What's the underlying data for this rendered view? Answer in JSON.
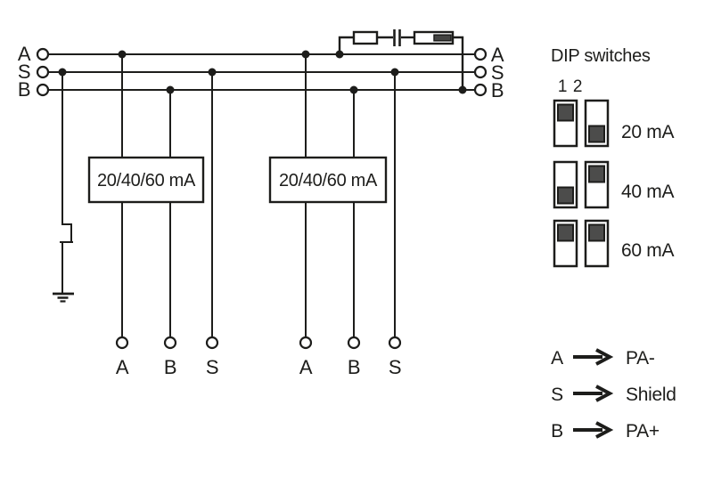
{
  "schematic": {
    "bus": {
      "left_labels": [
        "A",
        "S",
        "B"
      ],
      "right_labels": [
        "A",
        "S",
        "B"
      ]
    },
    "modules": [
      {
        "label": "20/40/60 mA",
        "terminals": [
          "A",
          "B",
          "S"
        ]
      },
      {
        "label": "20/40/60 mA",
        "terminals": [
          "A",
          "B",
          "S"
        ]
      }
    ],
    "icons": {
      "ground": "earth-ground-symbol",
      "resistor": "resistor-box-symbol",
      "capacitor": "capacitor-plates-symbol",
      "fuse": "filled-box-component-symbol"
    }
  },
  "dip_switches": {
    "title": "DIP switches",
    "column_labels": [
      "1",
      "2"
    ],
    "settings": [
      {
        "label": "20 mA",
        "switch1": "up",
        "switch2": "down"
      },
      {
        "label": "40 mA",
        "switch1": "down",
        "switch2": "up"
      },
      {
        "label": "60 mA",
        "switch1": "up",
        "switch2": "up"
      }
    ]
  },
  "legend": {
    "entries": [
      {
        "signal": "A",
        "meaning": "PA-"
      },
      {
        "signal": "S",
        "meaning": "Shield"
      },
      {
        "signal": "B",
        "meaning": "PA+"
      }
    ]
  },
  "colors": {
    "line": "#1d1d1b",
    "dip_slider": "#4c4c4b",
    "fuse_fill": "#434341",
    "background": "#ffffff"
  }
}
